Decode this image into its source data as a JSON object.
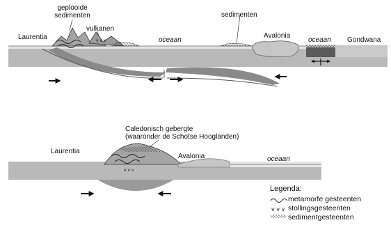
{
  "top": {
    "laurentia": "Laurentia",
    "folded_sediments": [
      "geplooide",
      "sedimenten"
    ],
    "volcanoes": "vulkanen",
    "ocean": "oceaan",
    "sediments": "sedimenten",
    "avalonia": "Avalonia",
    "ocean_right": "oceaan",
    "gondwana": "Gondwana"
  },
  "bottom": {
    "laurentia": "Laurentia",
    "caledonian": [
      "Caledonisch gebergte",
      "(waaronder de Schotse Hooglanden)"
    ],
    "avalonia": "Avalonia",
    "ocean": "oceaan"
  },
  "legend": {
    "title": "Legenda:",
    "items": [
      {
        "symbol": "wavy",
        "label": "metamorfe gesteenten"
      },
      {
        "symbol": "v-marks",
        "label": "stollingsgesteenten"
      },
      {
        "symbol": "dots",
        "label": "sedimentgesteenten"
      }
    ]
  }
}
